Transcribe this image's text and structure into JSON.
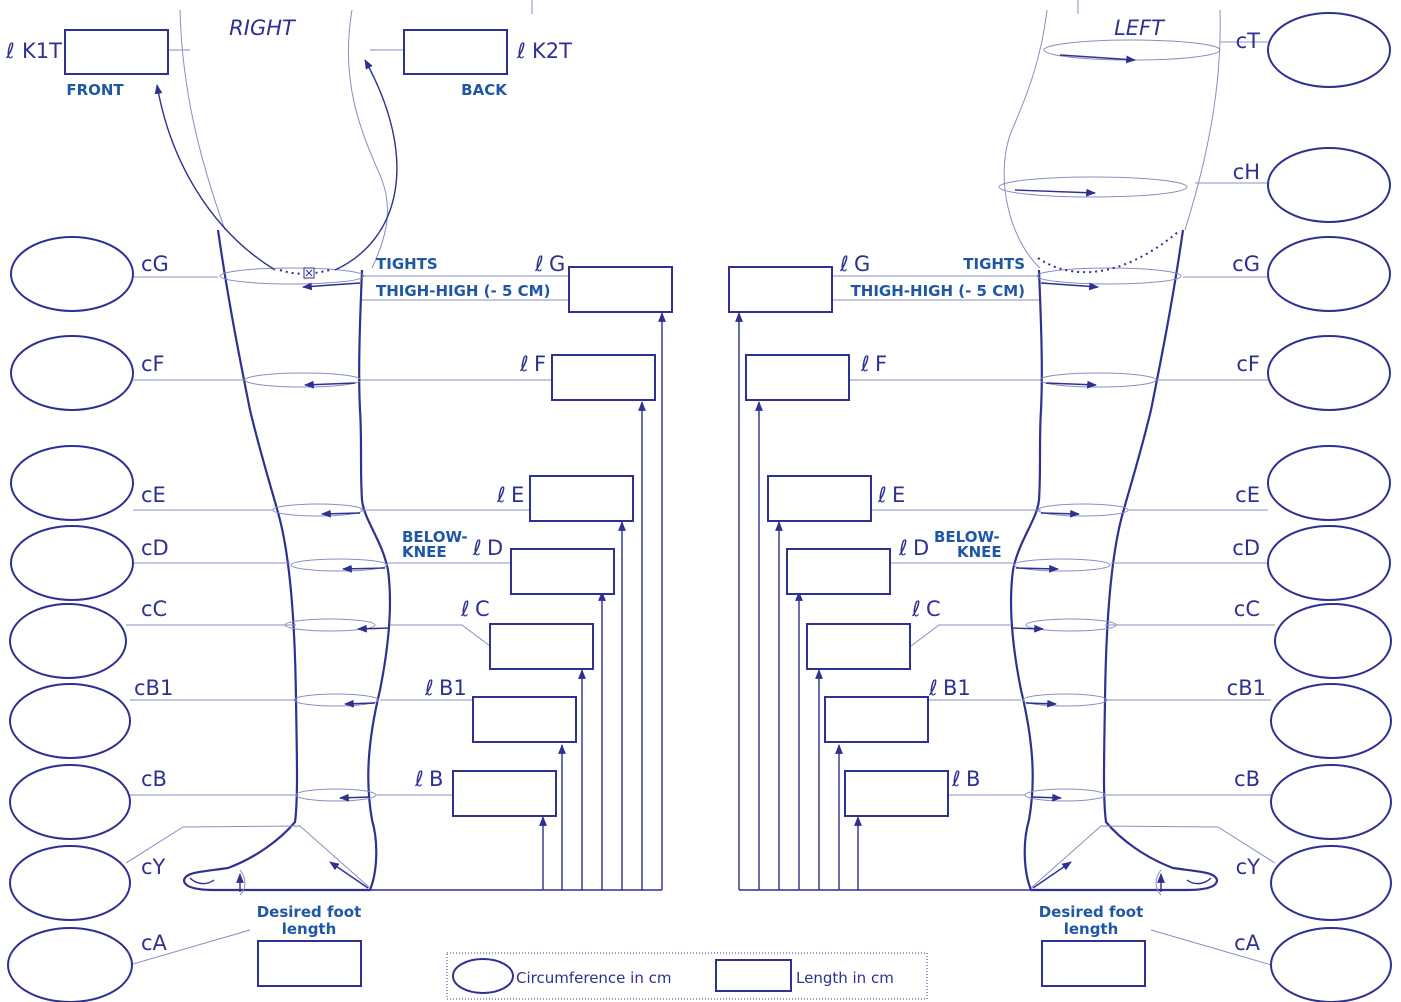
{
  "sides": {
    "right": {
      "title": "RIGHT"
    },
    "left": {
      "title": "LEFT"
    }
  },
  "knee": {
    "k1": {
      "label": "K1T",
      "caption": "FRONT"
    },
    "k2": {
      "label": "K2T",
      "caption": "BACK"
    }
  },
  "labels": {
    "tights": "TIGHTS",
    "thigh_high": "THIGH-HIGH (- 5 CM)",
    "below_knee_1": "BELOW-",
    "below_knee_2": "KNEE",
    "desired_foot_1": "Desired foot",
    "desired_foot_2": "length",
    "length_prefix": "ℓ"
  },
  "circ": {
    "cT": "cT",
    "cH": "cH",
    "cG": "cG",
    "cF": "cF",
    "cE": "cE",
    "cD": "cD",
    "cC": "cC",
    "cB1": "cB1",
    "cB": "cB",
    "cY": "cY",
    "cA": "cA"
  },
  "len": {
    "G": "G",
    "F": "F",
    "E": "E",
    "D": "D",
    "C": "C",
    "B1": "B1",
    "B": "B"
  },
  "legend": {
    "circumference": "Circumference in cm",
    "length": "Length in cm"
  },
  "colors": {
    "ink": "#2e3192",
    "label_blue": "#1f57a4",
    "thin_line": "#8a8cc4"
  }
}
